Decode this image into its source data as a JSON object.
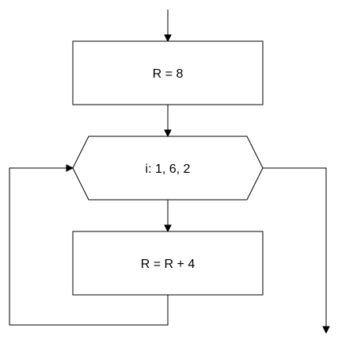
{
  "flowchart": {
    "nodes": {
      "init": {
        "label": "R = 8"
      },
      "loop": {
        "label": "i: 1, 6, 2"
      },
      "body": {
        "label": "R = R + 4"
      }
    }
  }
}
